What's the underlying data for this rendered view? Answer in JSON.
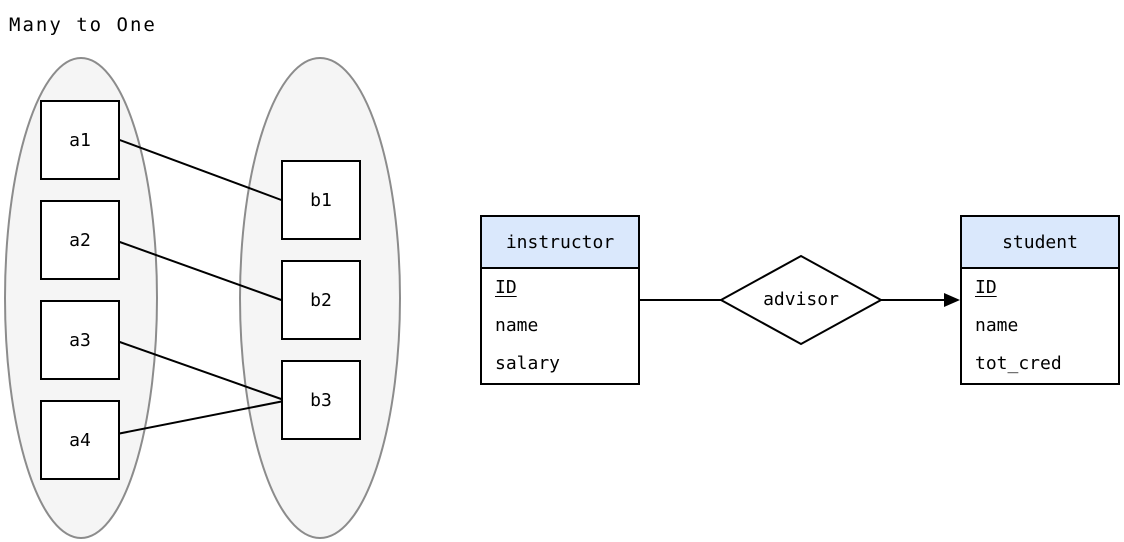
{
  "title": "Many to One",
  "sets": {
    "left": {
      "items": [
        "a1",
        "a2",
        "a3",
        "a4"
      ]
    },
    "right": {
      "items": [
        "b1",
        "b2",
        "b3"
      ]
    },
    "links": [
      "a1-b1",
      "a2-b2",
      "a3-b3",
      "a4-b3"
    ]
  },
  "er": {
    "instructor": {
      "name": "instructor",
      "attributes": [
        "ID",
        "name",
        "salary"
      ],
      "primary_key": "ID"
    },
    "relationship": {
      "name": "advisor"
    },
    "student": {
      "name": "student",
      "attributes": [
        "ID",
        "name",
        "tot_cred"
      ],
      "primary_key": "ID"
    }
  },
  "colors": {
    "entity_header_fill": "#dae8fc",
    "set_ellipse_fill": "#f5f5f5",
    "set_ellipse_stroke": "#8c8c8c",
    "shape_stroke": "#000000",
    "background": "#ffffff"
  }
}
